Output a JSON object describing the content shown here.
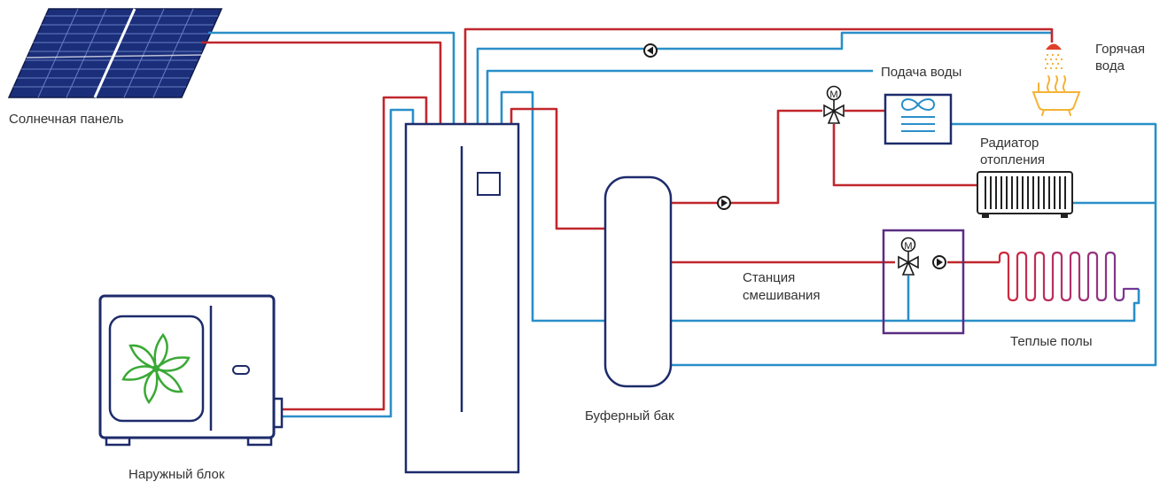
{
  "labels": {
    "solar_panel": "Солнечная панель",
    "outdoor_unit": "Наружный блок",
    "buffer_tank": "Буферный бак",
    "water_supply": "Подача воды",
    "hot_water_line1": "Горячая",
    "hot_water_line2": "вода",
    "radiator_line1": "Радиатор",
    "radiator_line2": "отопления",
    "mixing_station_line1": "Станция",
    "mixing_station_line2": "смешивания",
    "floor_heating": "Теплые полы",
    "motor_valve_letter": "M"
  },
  "colors": {
    "hot_pipe": "#c0272d",
    "cold_pipe": "#2a8fc9",
    "equipment_outline": "#1d2b6b",
    "fan_blades": "#3aa935",
    "mixing_station_frame": "#5a2d82",
    "hot_water_icon": "#f5b335",
    "shower_head": "#e0402a"
  },
  "icons": [
    "solar-panel-icon",
    "outdoor-unit-icon",
    "fan-icon",
    "indoor-unit-icon",
    "buffer-tank-icon",
    "circulation-pump-icon",
    "three-way-valve-icon",
    "fan-coil-icon",
    "radiator-icon",
    "floor-heating-coil-icon",
    "shower-bathtub-icon"
  ]
}
